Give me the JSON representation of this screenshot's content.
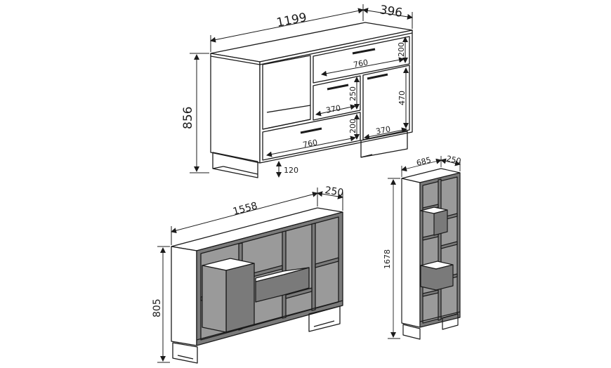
{
  "sideboard": {
    "width": "1199",
    "depth": "396",
    "height": "856",
    "top_drawer_width": "760",
    "top_drawer_height": "200",
    "mid_drawer_width": "370",
    "mid_drawer_height": "250",
    "door_width": "370",
    "door_height": "470",
    "bottom_drawer_width": "760",
    "bottom_drawer_height": "200",
    "leg_height": "120"
  },
  "wide_shelf": {
    "width": "1558",
    "depth": "250",
    "height": "805"
  },
  "tall_shelf": {
    "width": "685",
    "depth": "250",
    "height": "1678"
  },
  "colors": {
    "line": "#1b1b1b",
    "shelf_fill": "#7a7a7a",
    "panel_fill": "#ffffff"
  }
}
